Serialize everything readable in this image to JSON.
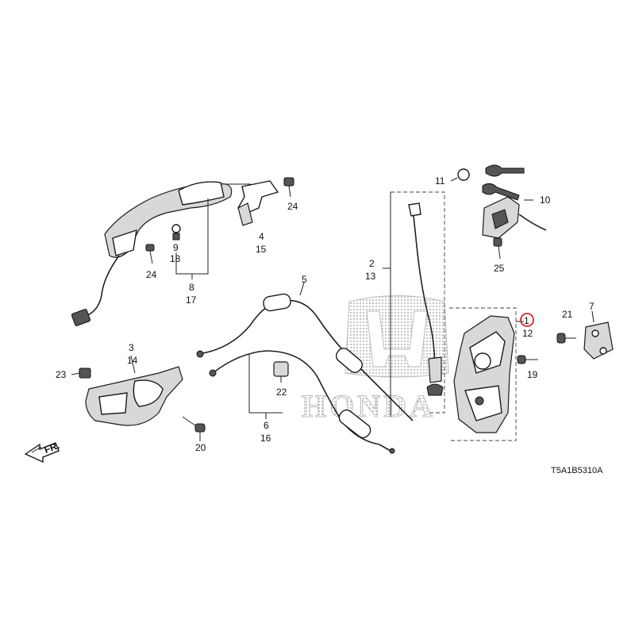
{
  "diagram": {
    "diagram_code": "T5A1B5310A",
    "front_arrow_label": "FR.",
    "watermark_text": "HONDA",
    "highlighted_callout": "1",
    "callouts": {
      "c1": "1",
      "c12": "12",
      "c2": "2",
      "c13": "13",
      "c3": "3",
      "c14": "14",
      "c4": "4",
      "c15": "15",
      "c5": "5",
      "c6": "6",
      "c16": "16",
      "c7": "7",
      "c8": "8",
      "c17": "17",
      "c9": "9",
      "c18": "18",
      "c10": "10",
      "c11": "11",
      "c19": "19",
      "c20": "20",
      "c21": "21",
      "c22": "22",
      "c23": "23",
      "c24a": "24",
      "c24b": "24",
      "c25": "25"
    },
    "colors": {
      "highlight": "#d9262a",
      "line": "#1a1a1a",
      "watermark": "#b8b8b8"
    }
  }
}
